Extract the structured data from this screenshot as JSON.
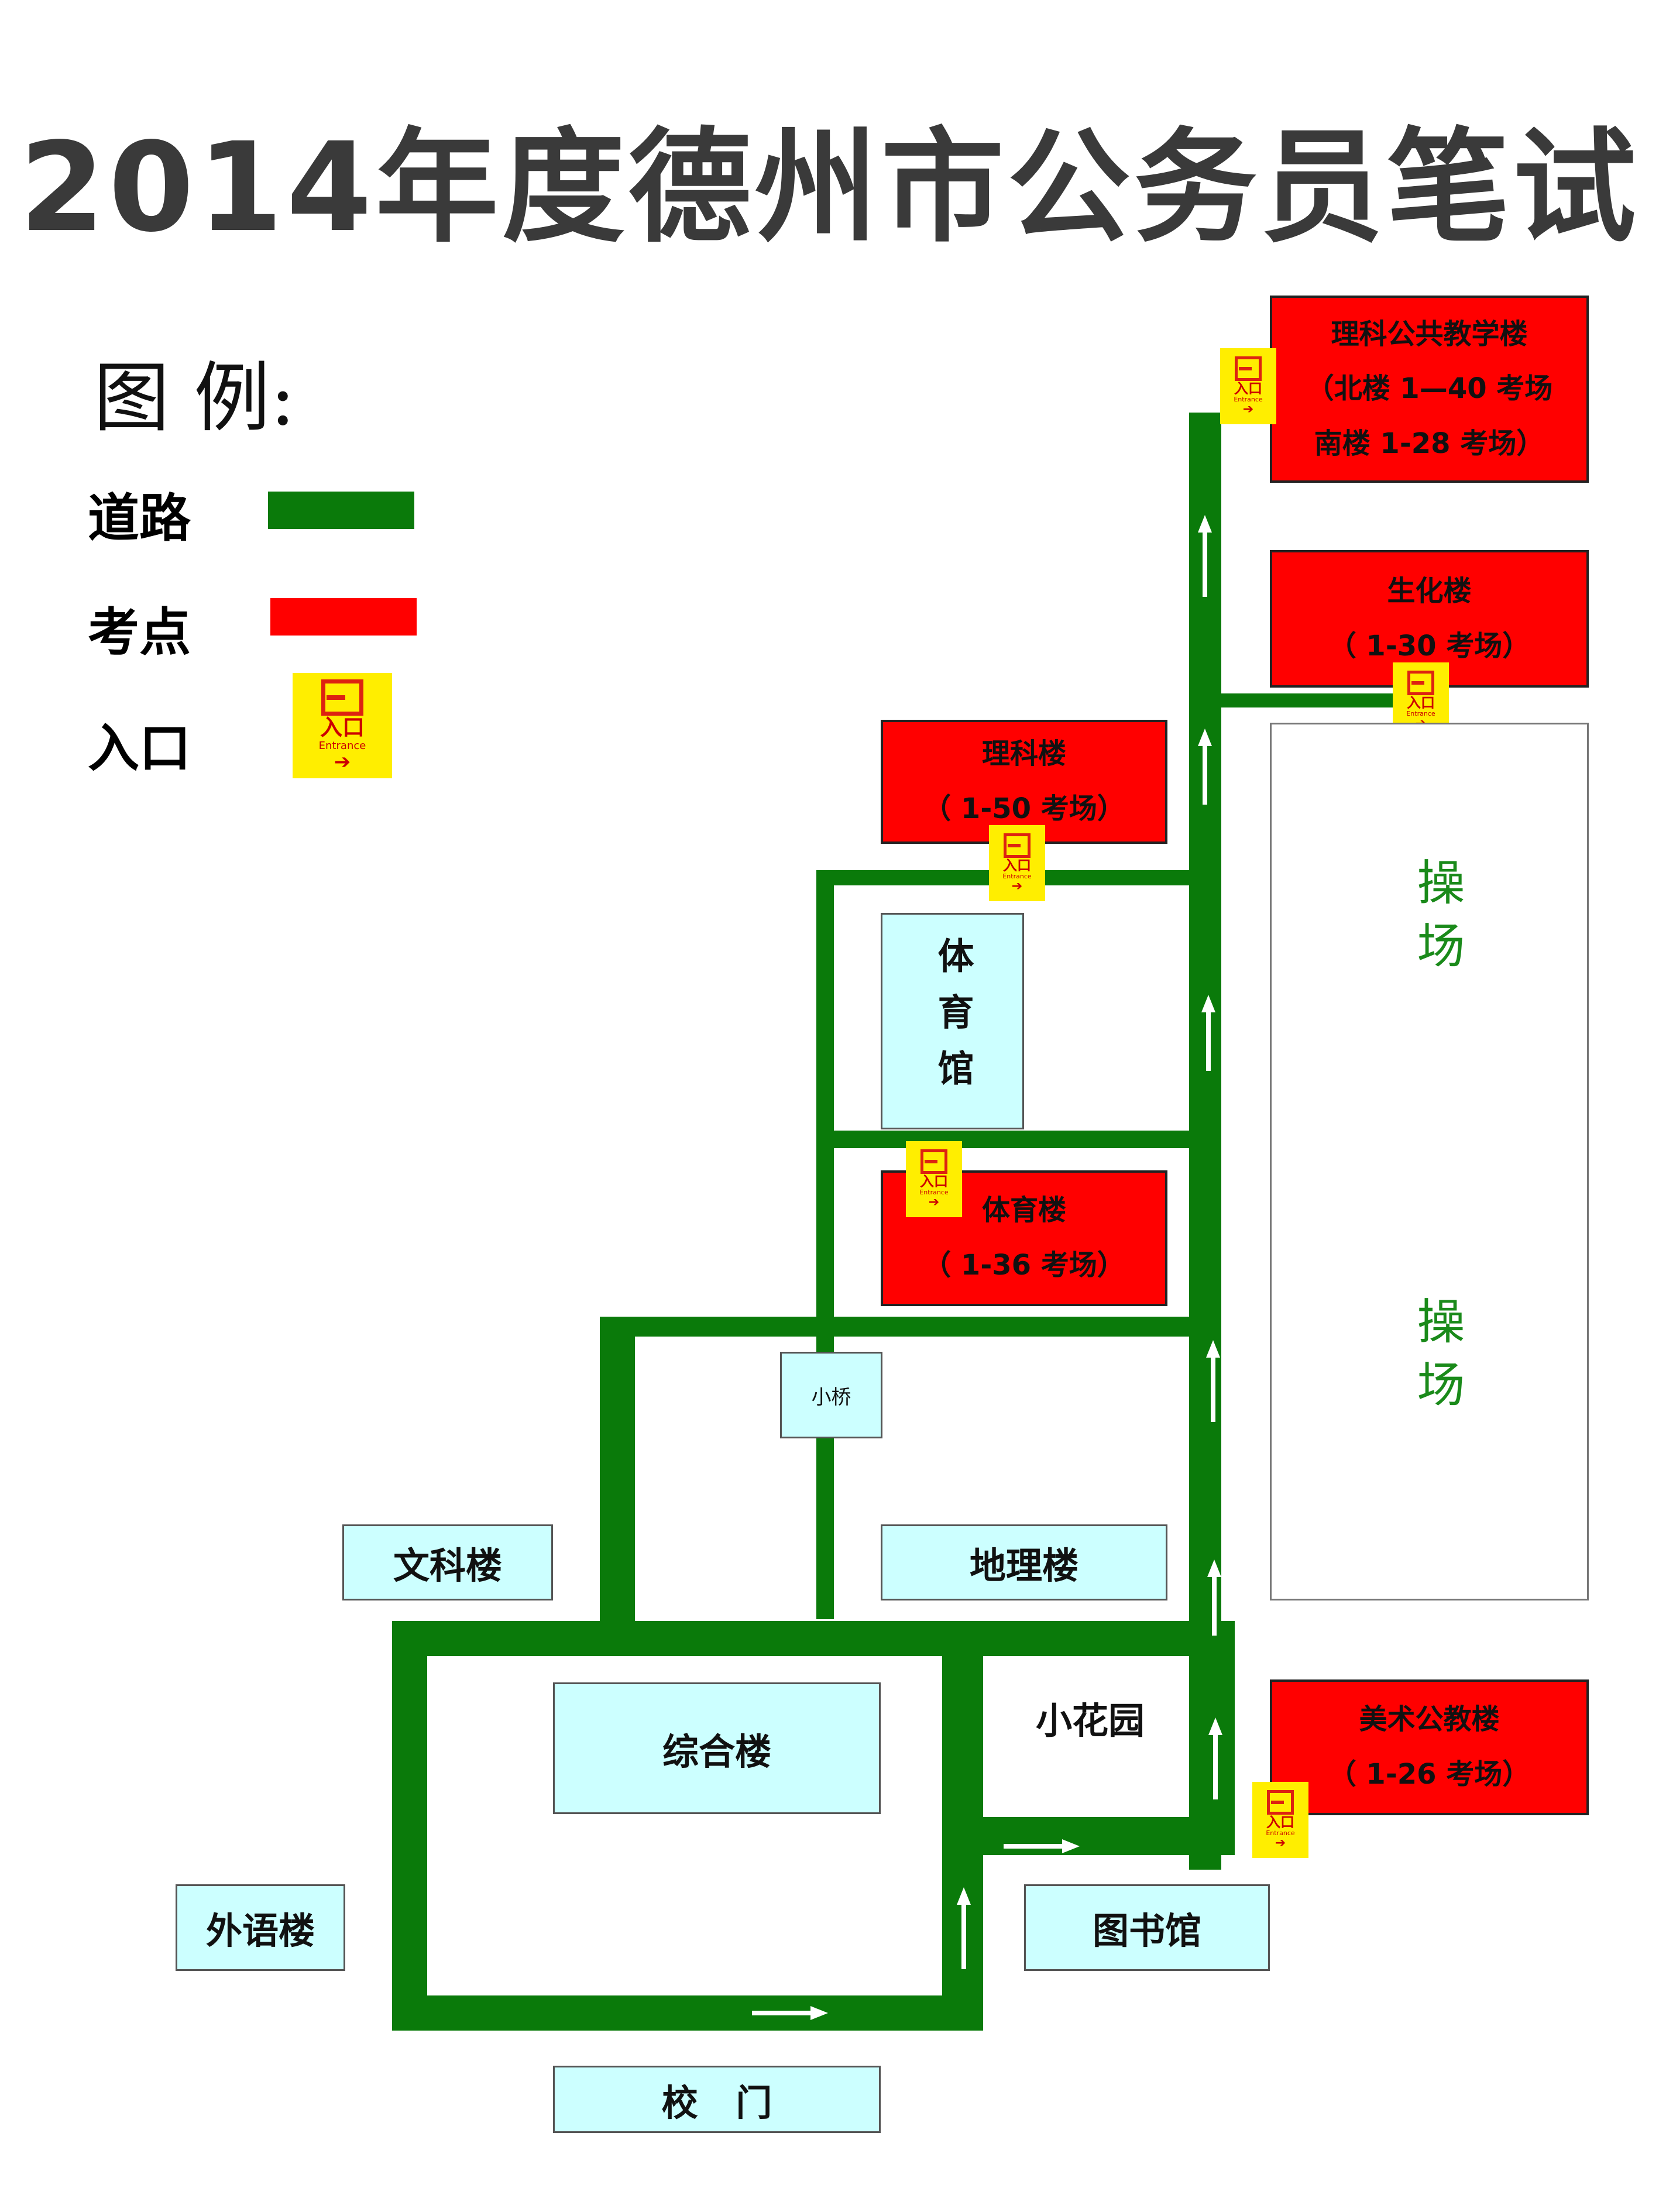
{
  "title": "2014年度德州市公务员笔试",
  "legend": {
    "heading": "图 例:",
    "items": [
      {
        "label": "道路",
        "color": "#0a7a0a"
      },
      {
        "label": "考点",
        "color": "#ff0000"
      },
      {
        "label": "入口"
      }
    ]
  },
  "entrance_sign": {
    "cn": "入口",
    "en": "Entrance",
    "arrow": "➔"
  },
  "exam_sites": {
    "liko_public": {
      "name": "理科公共教学楼",
      "line1": "（北楼 1—40 考场",
      "line2": "南楼  1-28  考场）"
    },
    "shenghua": {
      "name": "生化楼",
      "line1": "（     1-30     考场）"
    },
    "like": {
      "name": "理科楼",
      "line1": "（    1-50     考场）"
    },
    "tiyu": {
      "name": "体育楼",
      "line1": "（  1-36   考场）"
    },
    "meishu": {
      "name": "美术公教楼",
      "line1": "（    1-26    考场）"
    }
  },
  "buildings": {
    "tiyuguan": "体育馆",
    "xiaoqiao": "小桥",
    "wenke": "文科楼",
    "dili": "地理楼",
    "zonghe": "综合楼",
    "xiaohuayuan": "小花园",
    "waiyu": "外语楼",
    "tushuguan": "图书馆",
    "xiaomen": "校   门"
  },
  "playground": {
    "label_top": "操场",
    "label_bottom": "操场"
  }
}
